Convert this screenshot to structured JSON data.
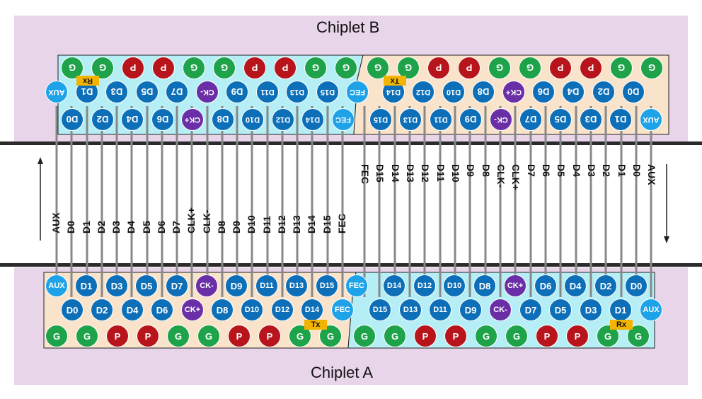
{
  "titles": {
    "top": "Chiplet B",
    "bottom": "Chiplet A"
  },
  "colors": {
    "G": "#1fa34a",
    "P": "#b8141c",
    "D": "#0d6fb8",
    "CK": "#6a2fa6",
    "S": "#1ea2e8",
    "tan": "#f9e4cb",
    "cyan": "#b6eef5",
    "band": "#e8d5ea",
    "wire": "#888888"
  },
  "top_pins": {
    "left_row1": [
      "G",
      "G",
      "P",
      "P",
      "G",
      "G",
      "P",
      "P",
      "G",
      "G"
    ],
    "left_row2": [
      "AUX",
      "D1",
      "D3",
      "D5",
      "D7",
      "CK-",
      "D9",
      "D11",
      "D13",
      "D15",
      "FEC"
    ],
    "left_row3": [
      "D0",
      "D2",
      "D4",
      "D6",
      "CK+",
      "D8",
      "D10",
      "D12",
      "D14",
      "FEC"
    ],
    "right_row1": [
      "G",
      "G",
      "P",
      "P",
      "G",
      "G",
      "P",
      "P",
      "G",
      "G"
    ],
    "right_row2": [
      "D14",
      "D12",
      "D10",
      "D8",
      "CK+",
      "D6",
      "D4",
      "D2",
      "D0"
    ],
    "right_row3": [
      "D15",
      "D13",
      "D11",
      "D9",
      "CK-",
      "D7",
      "D5",
      "D3",
      "D1",
      "AUX"
    ]
  },
  "bottom_pins": {
    "left_row1": [
      "AUX",
      "D1",
      "D3",
      "D5",
      "D7",
      "CK-",
      "D9",
      "D11",
      "D13",
      "D15",
      "FEC"
    ],
    "left_row2": [
      "D0",
      "D2",
      "D4",
      "D6",
      "CK+",
      "D8",
      "D10",
      "D12",
      "D14",
      "FEC"
    ],
    "left_row3": [
      "G",
      "G",
      "P",
      "P",
      "G",
      "G",
      "P",
      "P",
      "G",
      "G"
    ],
    "right_row1": [
      "D14",
      "D12",
      "D10",
      "D8",
      "CK+",
      "D6",
      "D4",
      "D2",
      "D0"
    ],
    "right_row2": [
      "D15",
      "D13",
      "D11",
      "D9",
      "CK-",
      "D7",
      "D5",
      "D3",
      "D1",
      "AUX"
    ],
    "right_row3": [
      "G",
      "G",
      "P",
      "P",
      "G",
      "G",
      "P",
      "P",
      "G",
      "G"
    ]
  },
  "tags": {
    "rx": "Rx",
    "tx": "Tx"
  },
  "wires": {
    "left_labels": [
      "AUX",
      "D0",
      "D1",
      "D2",
      "D3",
      "D4",
      "D5",
      "D6",
      "D7",
      "CLK+",
      "CLK-",
      "D8",
      "D9",
      "D10",
      "D11",
      "D12",
      "D13",
      "D14",
      "D15",
      "FEC"
    ],
    "right_labels": [
      "FEC",
      "D15",
      "D14",
      "D13",
      "D12",
      "D11",
      "D10",
      "D9",
      "D8",
      "CLK-",
      "CLK+",
      "D7",
      "D6",
      "D5",
      "D4",
      "D3",
      "D2",
      "D1",
      "D0",
      "AUX"
    ]
  }
}
